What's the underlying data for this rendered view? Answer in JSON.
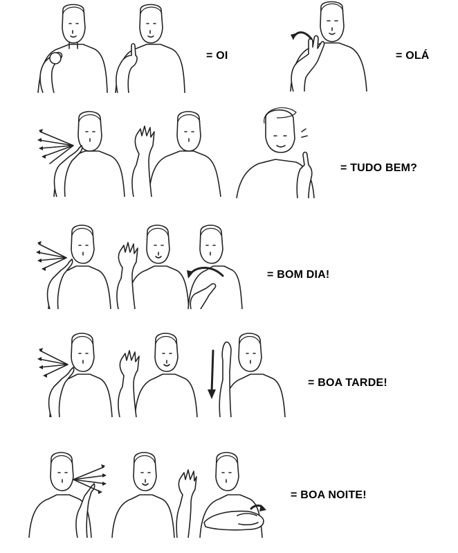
{
  "signs": [
    {
      "label": "= OI"
    },
    {
      "label": "= OLÁ"
    },
    {
      "label": "= TUDO BEM?"
    },
    {
      "label": "= BOM DIA!"
    },
    {
      "label": "= BOA TARDE!"
    },
    {
      "label": "= BOA NOITE!"
    }
  ],
  "colors": {
    "ink": "#222222",
    "background": "#ffffff"
  }
}
